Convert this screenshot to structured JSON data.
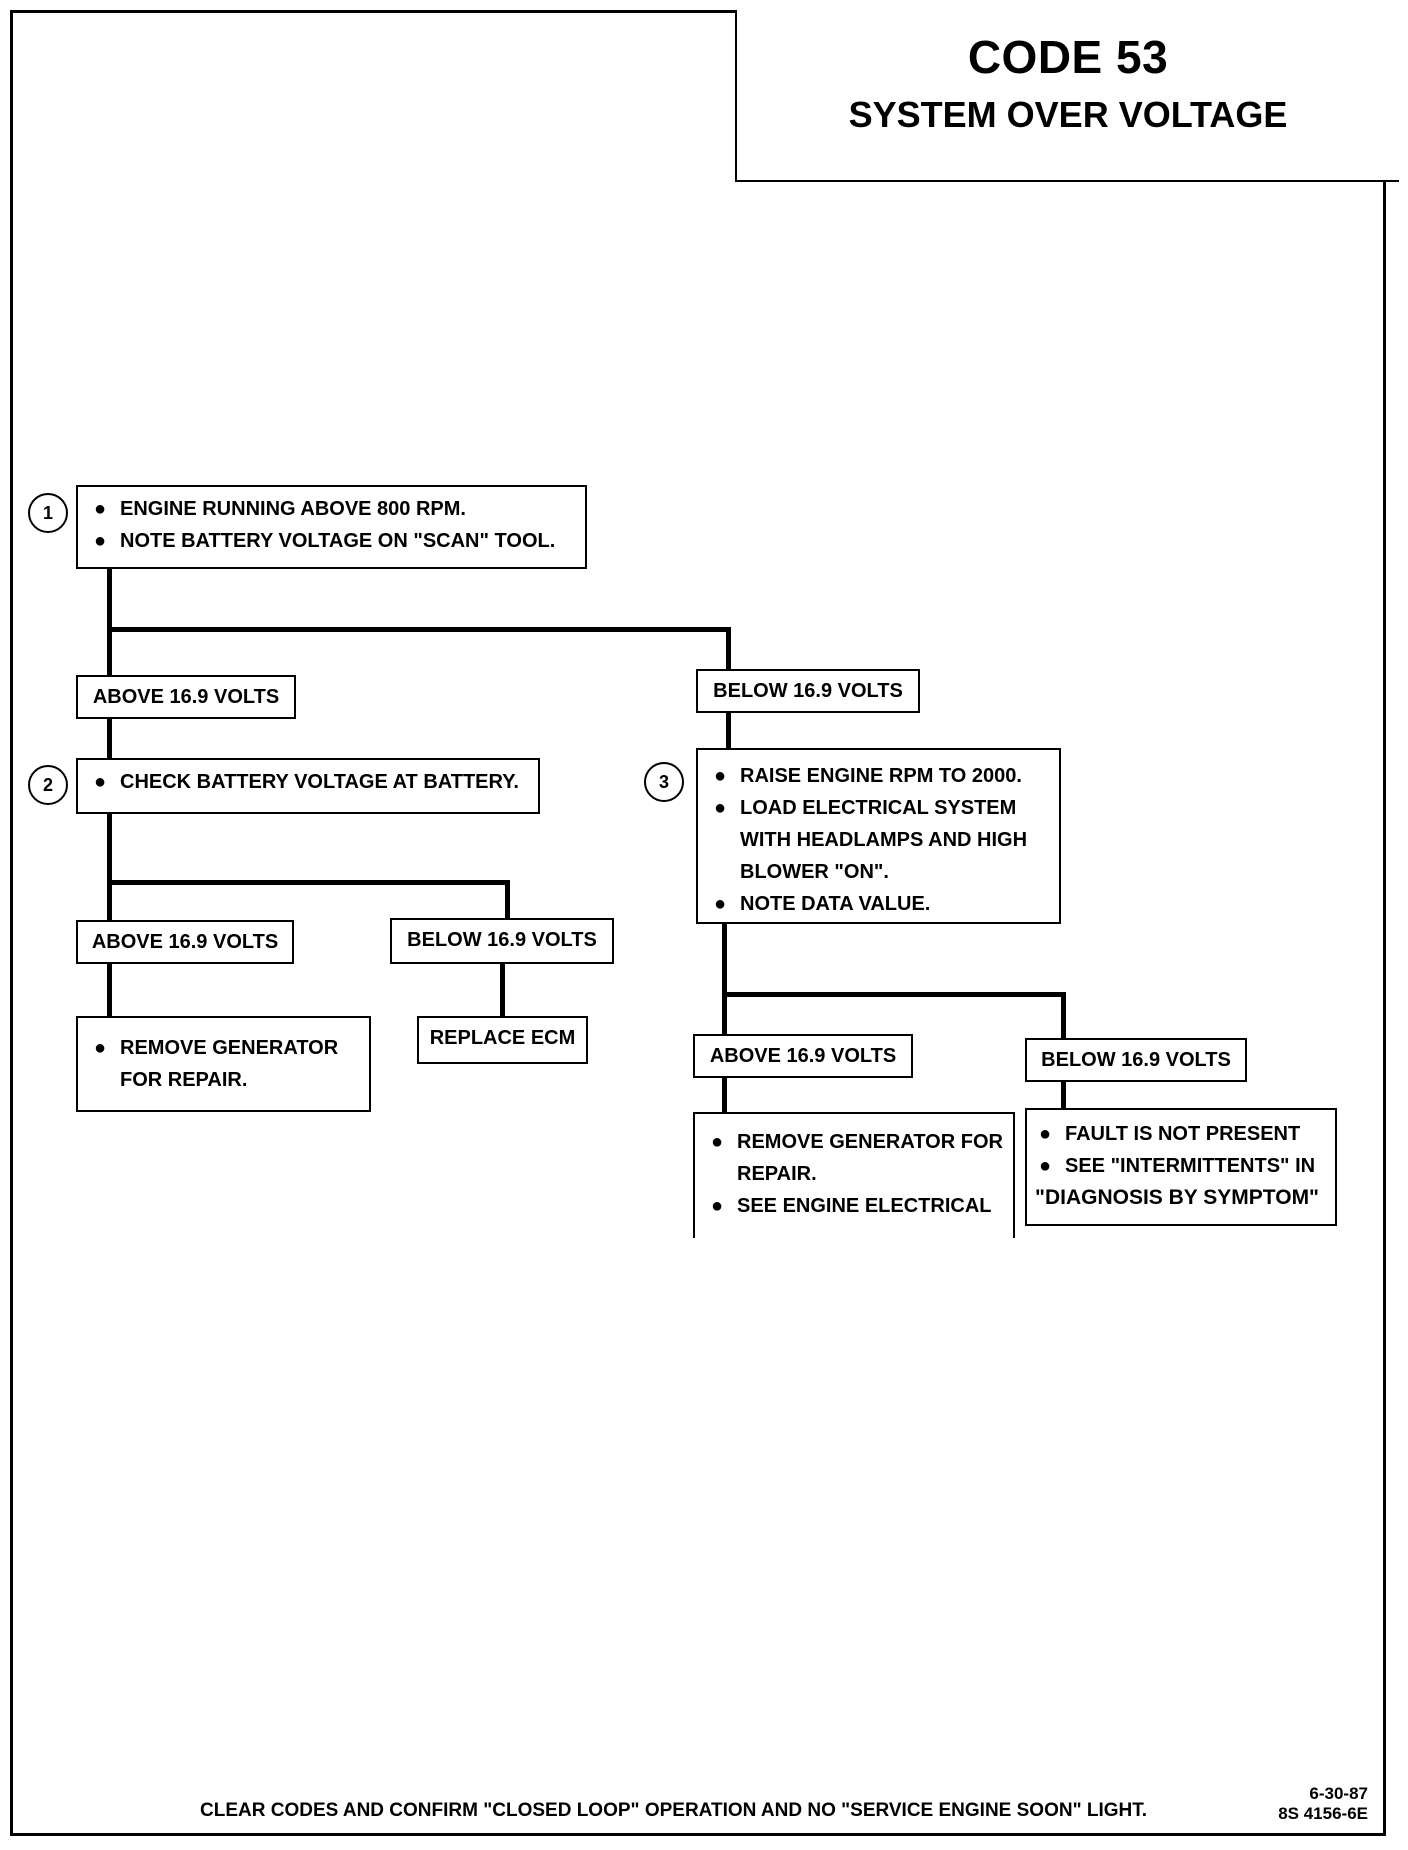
{
  "header": {
    "code": "CODE 53",
    "subtitle": "SYSTEM OVER VOLTAGE"
  },
  "steps": {
    "step1": {
      "number": "1",
      "items": [
        "ENGINE RUNNING ABOVE 800 RPM.",
        "NOTE BATTERY VOLTAGE ON \"SCAN\" TOOL."
      ]
    },
    "step2": {
      "number": "2",
      "items": [
        "CHECK BATTERY VOLTAGE AT BATTERY."
      ]
    },
    "step3": {
      "number": "3",
      "items": [
        "RAISE ENGINE RPM TO 2000.",
        "LOAD ELECTRICAL SYSTEM",
        "WITH HEADLAMPS AND HIGH",
        "BLOWER \"ON\".",
        "NOTE DATA VALUE."
      ]
    }
  },
  "branches": {
    "s1_above": "ABOVE 16.9 VOLTS",
    "s1_below": "BELOW 16.9 VOLTS",
    "s2_above": "ABOVE 16.9 VOLTS",
    "s2_below": "BELOW 16.9 VOLTS",
    "s3_above": "ABOVE 16.9 VOLTS",
    "s3_below": "BELOW 16.9 VOLTS"
  },
  "results": {
    "remove_generator": [
      "REMOVE GENERATOR",
      "FOR REPAIR."
    ],
    "replace_ecm": "REPLACE ECM",
    "remove_generator_2": [
      "REMOVE GENERATOR FOR",
      "REPAIR.",
      "SEE ENGINE ELECTRICAL"
    ],
    "fault_not_present": [
      "FAULT IS NOT PRESENT",
      "SEE \"INTERMITTENTS\" IN",
      "\"DIAGNOSIS BY SYMPTOM\""
    ]
  },
  "footer": {
    "instruction": "CLEAR CODES AND CONFIRM \"CLOSED LOOP\" OPERATION AND NO \"SERVICE ENGINE SOON\" LIGHT.",
    "date": "6-30-87",
    "ref": "8S 4156-6E"
  },
  "colors": {
    "ink": "#000000",
    "paper": "#ffffff"
  }
}
